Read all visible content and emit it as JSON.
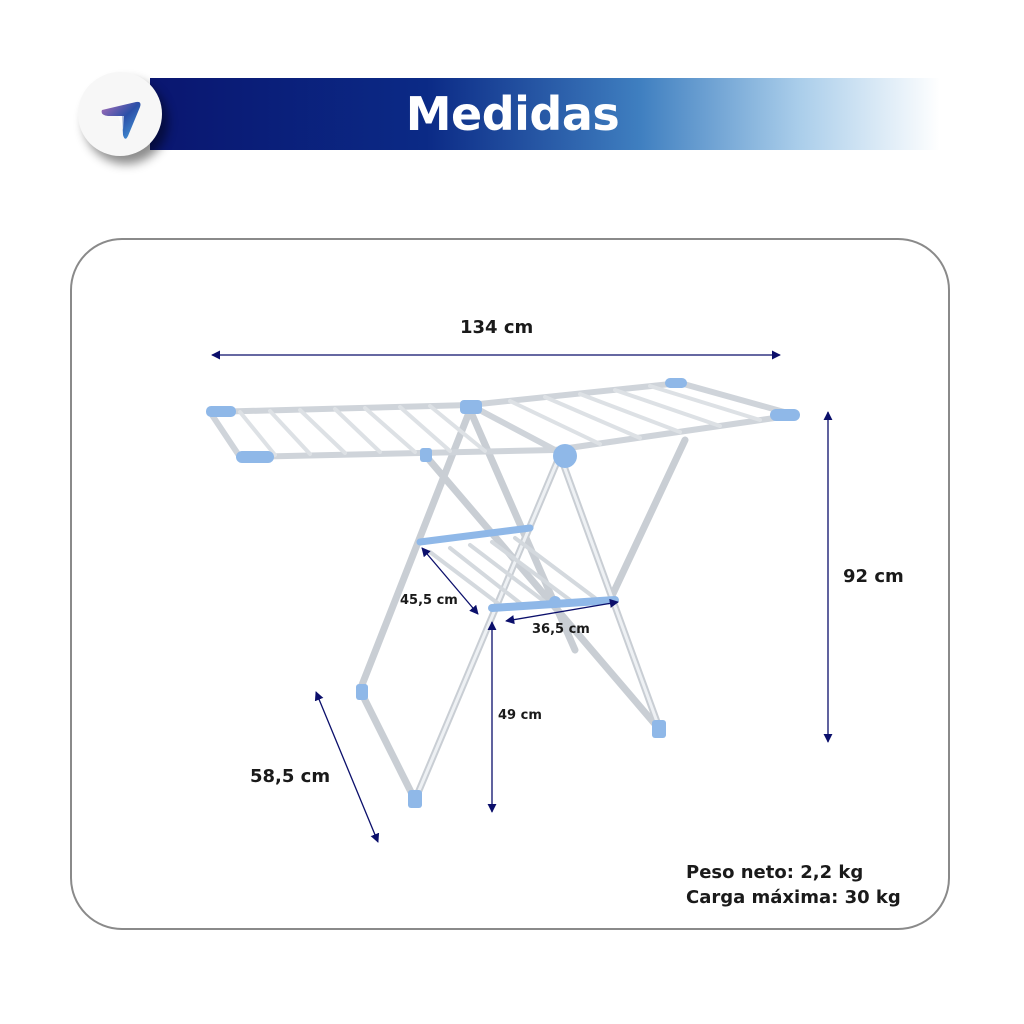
{
  "header": {
    "title": "Medidas"
  },
  "dimensions": {
    "width": "134 cm",
    "height": "92 cm",
    "depth": "58,5 cm",
    "shelf_depth": "45,5 cm",
    "shelf_width": "36,5 cm",
    "shelf_height": "49 cm"
  },
  "specs": {
    "net_weight": "Peso neto: 2,2 kg",
    "max_load": "Carga máxima: 30 kg"
  },
  "colors": {
    "brand_dark": "#0a1670",
    "arrow": "#0b0f6b",
    "joint_blue": "#8fb8e8"
  }
}
